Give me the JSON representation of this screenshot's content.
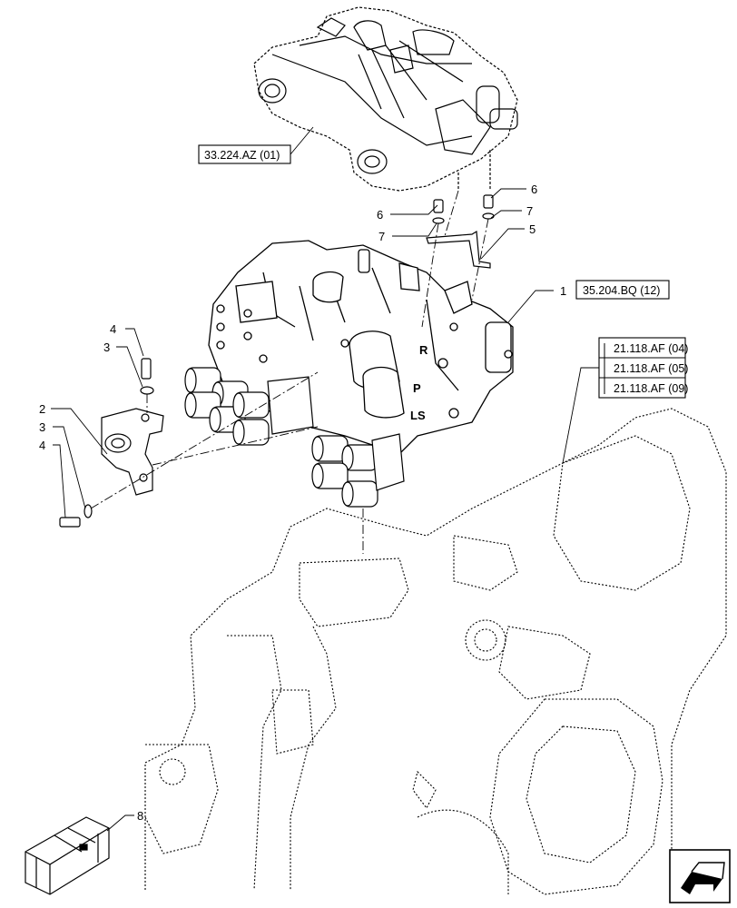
{
  "diagram": {
    "reference_boxes": [
      {
        "id": "ref-33224",
        "text": "33.224.AZ (01)"
      },
      {
        "id": "ref-35204",
        "text": "35.204.BQ (12)"
      },
      {
        "id": "ref-21118-04",
        "text": "21.118.AF (04)"
      },
      {
        "id": "ref-21118-05",
        "text": "21.118.AF (05)"
      },
      {
        "id": "ref-21118-09",
        "text": "21.118.AF (09)"
      }
    ],
    "callouts": [
      {
        "id": "c-6a",
        "text": "6"
      },
      {
        "id": "c-6b",
        "text": "6"
      },
      {
        "id": "c-7a",
        "text": "7"
      },
      {
        "id": "c-7b",
        "text": "7"
      },
      {
        "id": "c-5",
        "text": "5"
      },
      {
        "id": "c-1",
        "text": "1"
      },
      {
        "id": "c-4a",
        "text": "4"
      },
      {
        "id": "c-3a",
        "text": "3"
      },
      {
        "id": "c-2",
        "text": "2"
      },
      {
        "id": "c-3b",
        "text": "3"
      },
      {
        "id": "c-4b",
        "text": "4"
      },
      {
        "id": "c-8",
        "text": "8"
      }
    ],
    "valve_port_labels": {
      "r": "R",
      "p": "P",
      "ls": "LS"
    }
  }
}
